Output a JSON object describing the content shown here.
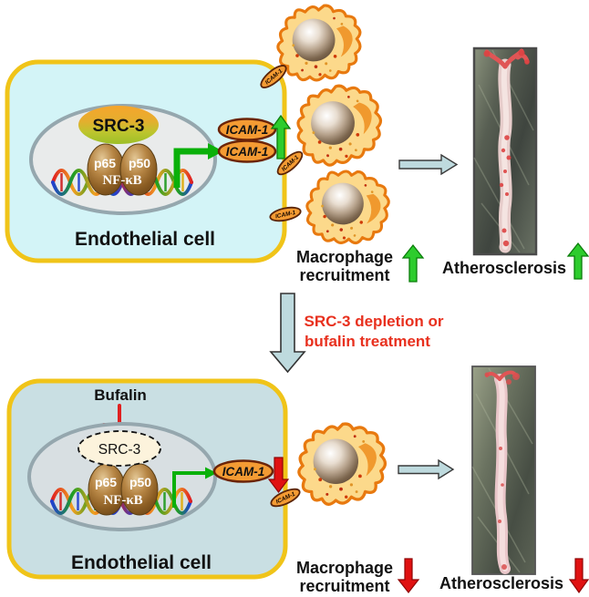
{
  "labels": {
    "endothelial_cell": "Endothelial cell",
    "src3": "SRC-3",
    "p65": "p65",
    "p50": "p50",
    "nfkb": "NF-κB",
    "icam1": "ICAM-1",
    "bufalin": "Bufalin",
    "macrophage": "Macrophage",
    "recruitment": "recruitment",
    "atherosclerosis": "Atherosclerosis"
  },
  "middle": {
    "treatment_line1": "SRC-3 depletion or",
    "treatment_line2": "bufalin treatment"
  },
  "colors": {
    "top_cell_fill": "#d3f4f7",
    "bottom_cell_fill": "#c9dfe3",
    "cell_border": "#f0c419",
    "icam_fill": "#f49b33",
    "green_arrow": "#2dcc2d",
    "red_arrow": "#e01111",
    "blue_arrow": "#bedade",
    "treatment_text": "#e8301e"
  }
}
